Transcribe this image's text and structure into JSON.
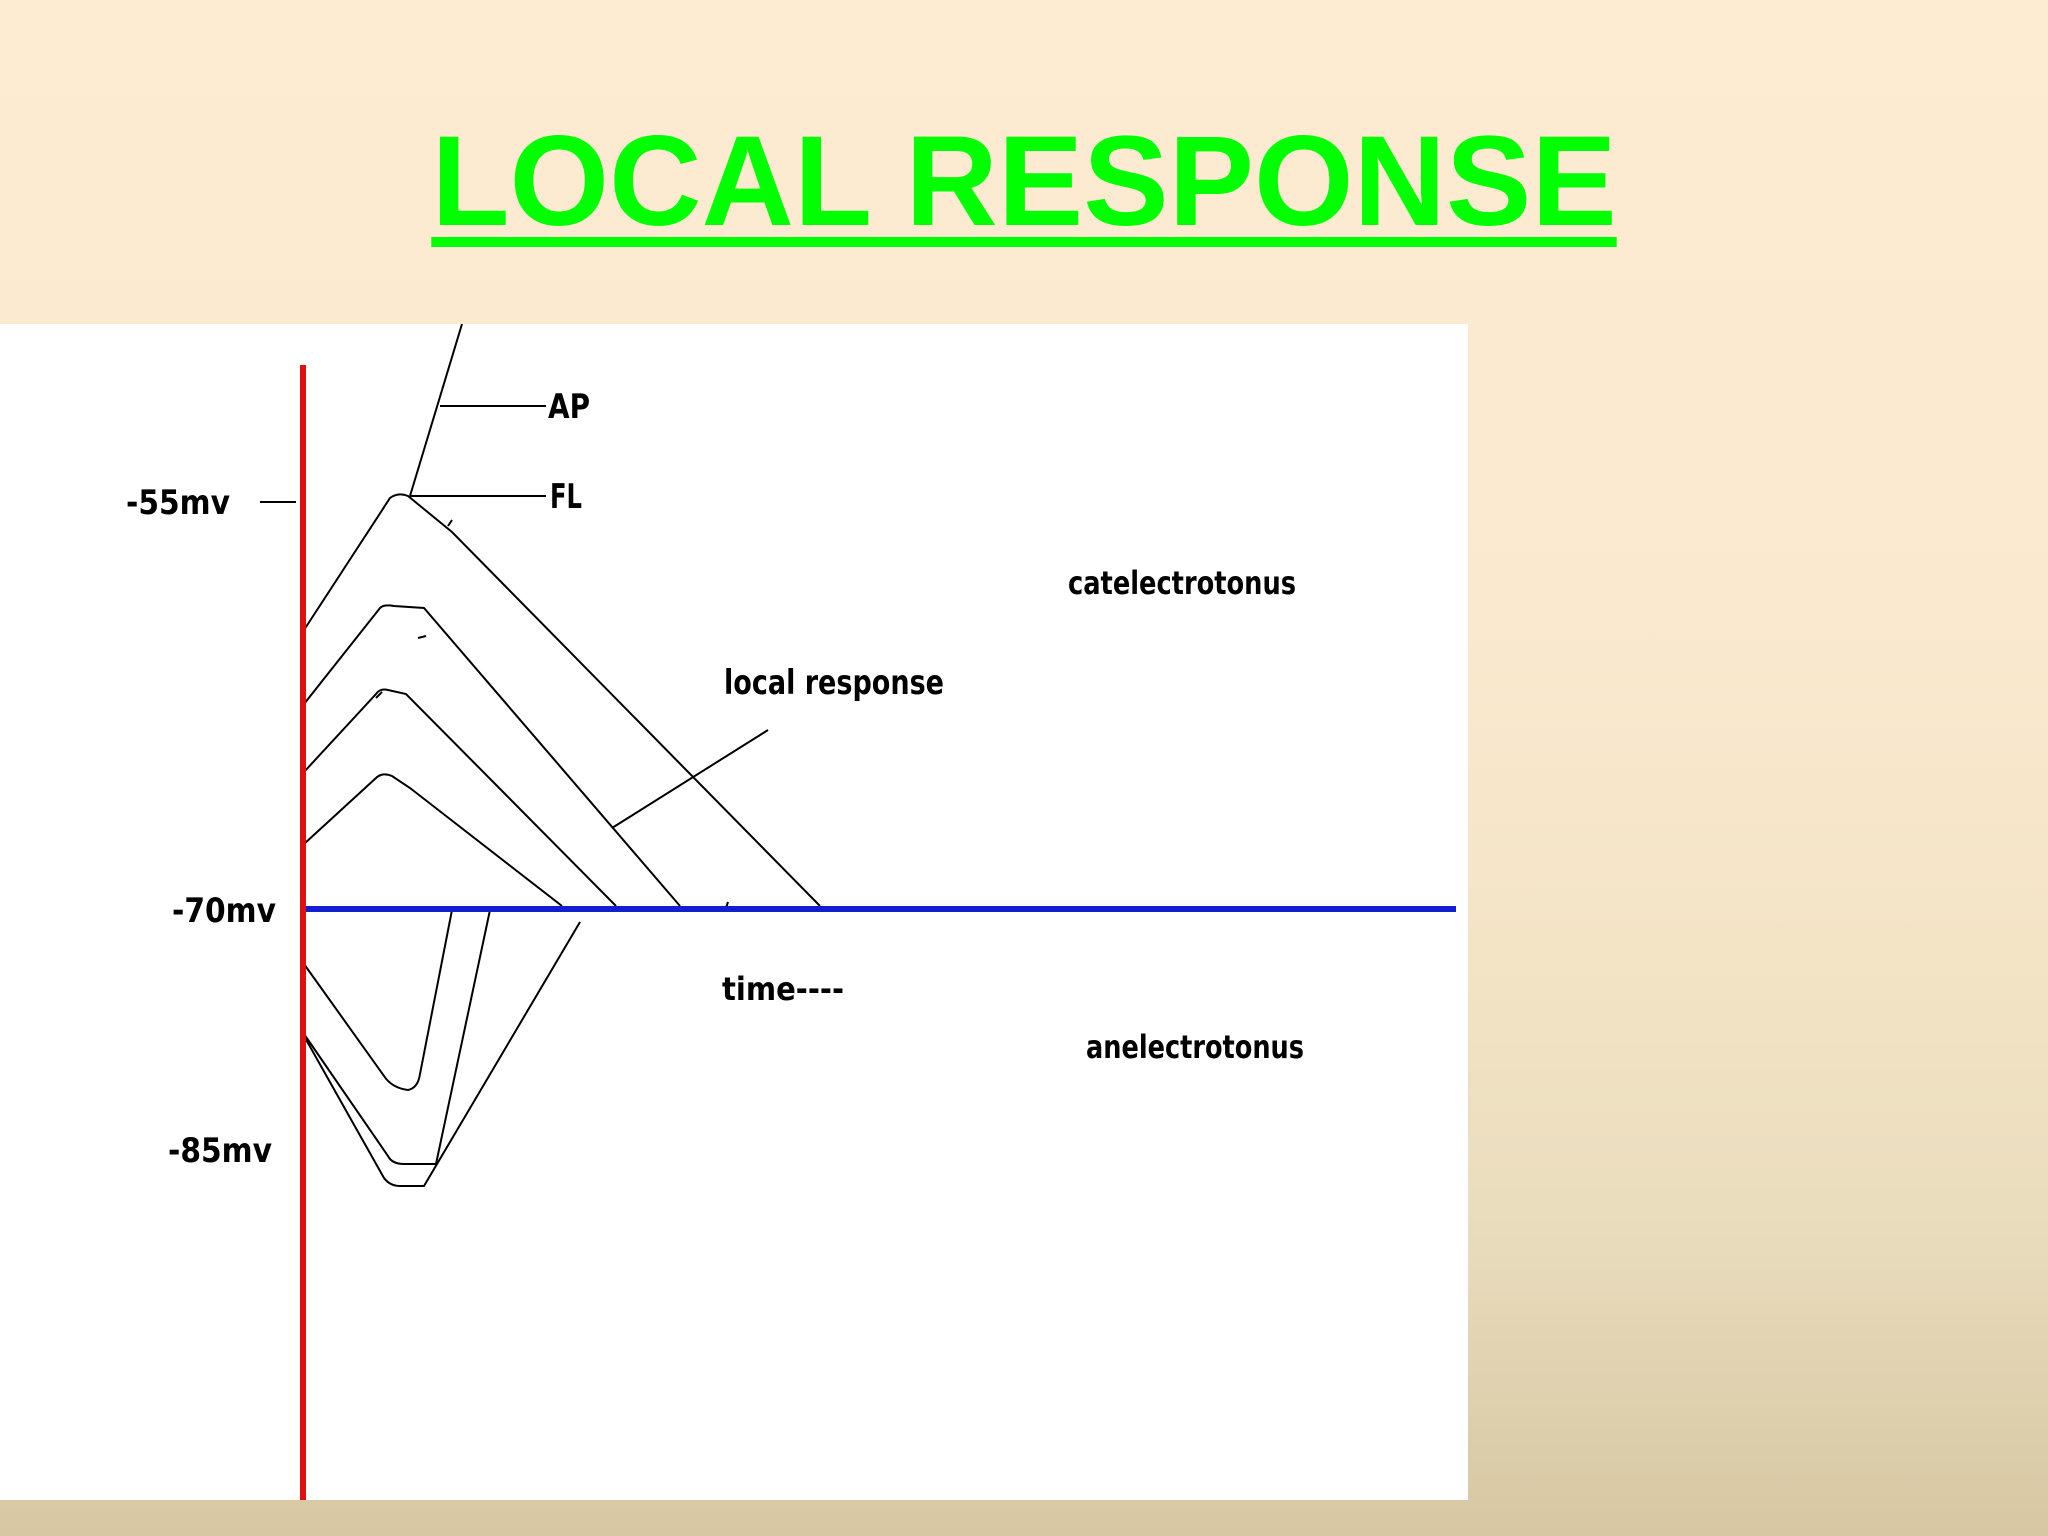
{
  "title": "LOCAL RESPONSE",
  "axis_labels": {
    "threshold": "-55mv",
    "resting": "-70mv",
    "hyperpolarized": "-85mv"
  },
  "curve_labels": {
    "action_potential": "AP",
    "firing_level": "FL",
    "local_response": "local response",
    "catelectrotonus": "catelectrotonus",
    "anelectrotonus": "anelectrotonus",
    "time": "time----"
  },
  "colors": {
    "title": "#00ff00",
    "voltage_axis": "#e01010",
    "resting_line": "#1020d0",
    "curves": "#000000"
  }
}
